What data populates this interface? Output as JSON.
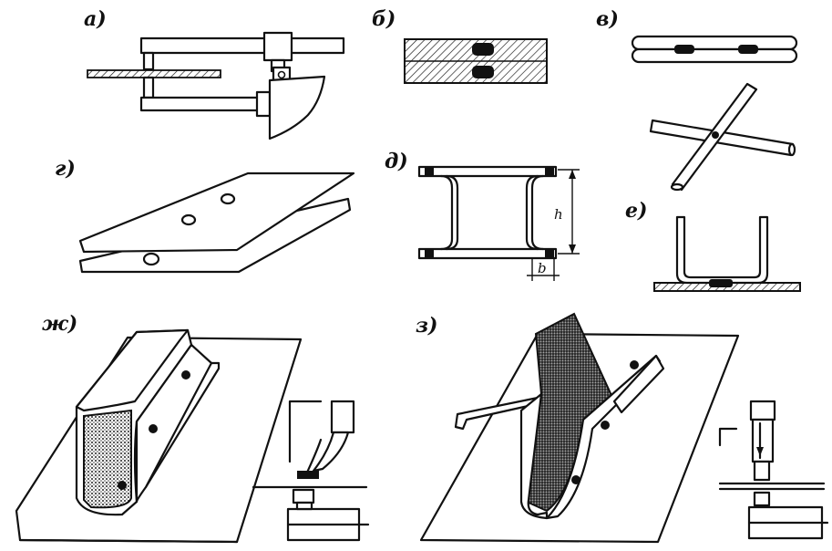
{
  "figure": {
    "panels": [
      {
        "id": "a",
        "label": "а)"
      },
      {
        "id": "b",
        "label": "б)"
      },
      {
        "id": "v",
        "label": "в)"
      },
      {
        "id": "g",
        "label": "г)"
      },
      {
        "id": "d",
        "label": "д)"
      },
      {
        "id": "e",
        "label": "е)"
      },
      {
        "id": "zh",
        "label": "ж)"
      },
      {
        "id": "z",
        "label": "з)"
      }
    ],
    "dimensions": {
      "height": "h",
      "offset": "b"
    }
  }
}
